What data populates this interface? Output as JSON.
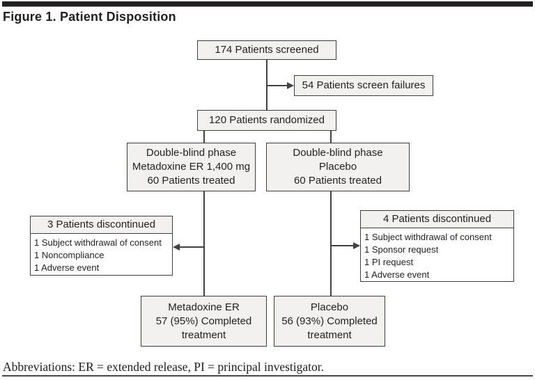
{
  "title": "Figure 1. Patient Disposition",
  "footer": "Abbreviations: ER = extended release, PI = principal investigator.",
  "colors": {
    "box_fill": "#f2f1ee",
    "box_border": "#3e3e3f",
    "line": "#414042",
    "text": "#231f20"
  },
  "boxes": {
    "screened": {
      "label": "174 Patients screened"
    },
    "screen_failures": {
      "label": "54 Patients screen failures"
    },
    "randomized": {
      "label": "120 Patients randomized"
    },
    "phase_metadoxine": {
      "lines": [
        "Double-blind phase",
        "Metadoxine ER 1,400 mg",
        "60 Patients treated"
      ]
    },
    "phase_placebo": {
      "lines": [
        "Double-blind phase",
        "Placebo",
        "60 Patients treated"
      ]
    },
    "discontinued_metadoxine": {
      "header": "3 Patients discontinued",
      "reasons": [
        "1 Subject withdrawal of consent",
        "1 Noncompliance",
        "1 Adverse event"
      ]
    },
    "discontinued_placebo": {
      "header": "4 Patients discontinued",
      "reasons": [
        "1 Subject withdrawal of consent",
        "1 Sponsor request",
        "1 PI request",
        "1 Adverse event"
      ]
    },
    "completed_metadoxine": {
      "lines": [
        "Metadoxine ER",
        "57 (95%) Completed",
        "treatment"
      ]
    },
    "completed_placebo": {
      "lines": [
        "Placebo",
        "56 (93%) Completed",
        "treatment"
      ]
    }
  }
}
